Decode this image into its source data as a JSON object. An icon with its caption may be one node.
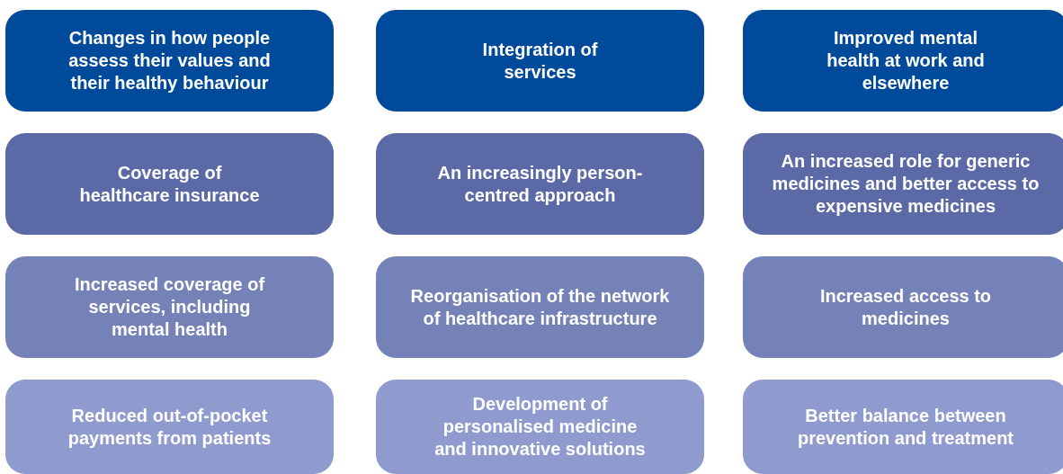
{
  "diagram": {
    "nodes": [
      {
        "text": [
          "Changes in how people assess their values and their healthy behaviour"
        ]
      },
      {
        "text": [
          "Integration of services"
        ]
      },
      {
        "text": [
          "Improved mental health at work and elsewhere"
        ]
      },
      {
        "text": [
          "Coverage of healthcare insurance"
        ]
      },
      {
        "text": [
          "An increasingly person-centred approach"
        ]
      },
      {
        "text": [
          "An increased role for generic medicines and better access to expensive medicines"
        ]
      },
      {
        "text": [
          "Increased coverage of services, including mental health"
        ]
      },
      {
        "text": [
          "Reorganisation of the network of healthcare infrastructure"
        ]
      },
      {
        "text": [
          "Increased access to medicines"
        ]
      },
      {
        "text": [
          "Reduced out-of-pocket payments from patients"
        ]
      },
      {
        "text": [
          "Development of personalised medicine and innovative solutions"
        ]
      },
      {
        "text": [
          "Better balance between prevention and treatment"
        ]
      }
    ]
  }
}
